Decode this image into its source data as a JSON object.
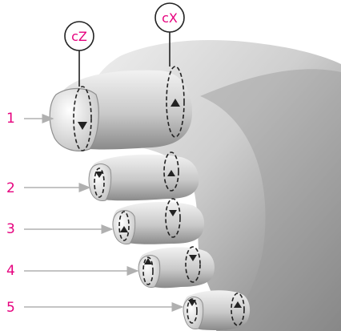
{
  "colors": {
    "label": "#e6007e",
    "arrow": "#b0b0b0",
    "ring": "#222222",
    "skin_light": "#e4e4e4",
    "skin_mid": "#bdbdbd",
    "skin_dark": "#6d6d6d",
    "nail": "#f2f2f2"
  },
  "controls": [
    {
      "id": "cZ",
      "label": "cZ"
    },
    {
      "id": "cX",
      "label": "cX"
    }
  ],
  "toes": [
    {
      "number": "1"
    },
    {
      "number": "2"
    },
    {
      "number": "3"
    },
    {
      "number": "4"
    },
    {
      "number": "5"
    }
  ]
}
